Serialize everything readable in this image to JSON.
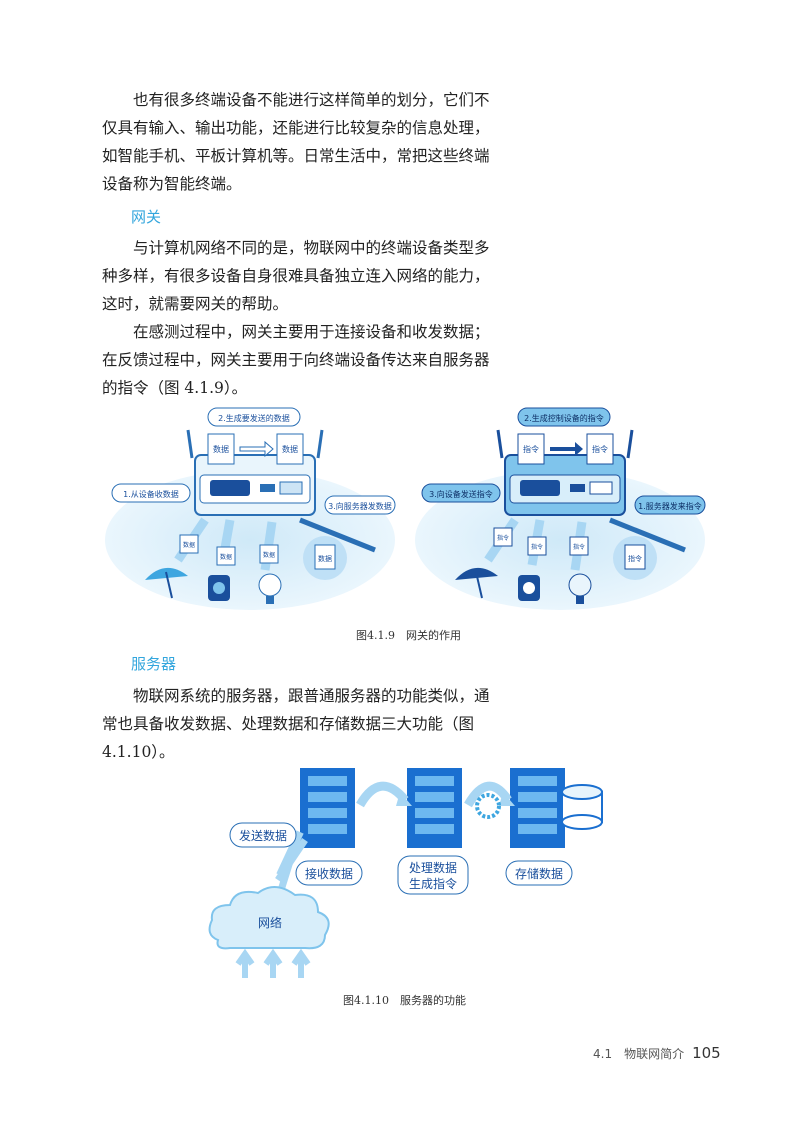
{
  "paragraphs": {
    "p1": "也有很多终端设备不能进行这样简单的划分，它们不仅具有输入、输出功能，还能进行比较复杂的信息处理，如智能手机、平板计算机等。日常生活中，常把这些终端设备称为智能终端。",
    "p2": "与计算机网络不同的是，物联网中的终端设备类型多种多样，有很多设备自身很难具备独立连入网络的能力，这时，就需要网关的帮助。",
    "p3": "在感测过程中，网关主要用于连接设备和收发数据；在反馈过程中，网关主要用于向终端设备传达来自服务器的指令（图 4.1.9）。",
    "p4": "物联网系统的服务器，跟普通服务器的功能类似，通常也具备收发数据、处理数据和存储数据三大功能（图 4.1.10）。"
  },
  "headings": {
    "gateway": "网关",
    "server": "服务器"
  },
  "fig9": {
    "caption": "图4.1.9　网关的作用",
    "left": {
      "step1": "1.从设备收数据",
      "step2": "2.生成要发送的数据",
      "step3": "3.向服务器发数据",
      "data": "数据"
    },
    "right": {
      "step1": "1.服务器发来指令",
      "step2": "2.生成控制设备的指令",
      "step3": "3.向设备发送指令",
      "cmd": "指令"
    }
  },
  "fig10": {
    "caption": "图4.1.10　服务器的功能",
    "send": "发送数据",
    "receive": "接收数据",
    "process1": "处理数据",
    "process2": "生成指令",
    "store": "存储数据",
    "network": "网络"
  },
  "footer": {
    "section": "4.1　物联网简介",
    "page": "105"
  },
  "colors": {
    "heading": "#33a6dd",
    "light_blue": "#d8eefa",
    "mid_blue": "#7fc4ec",
    "dark_blue": "#1a4f9c"
  }
}
